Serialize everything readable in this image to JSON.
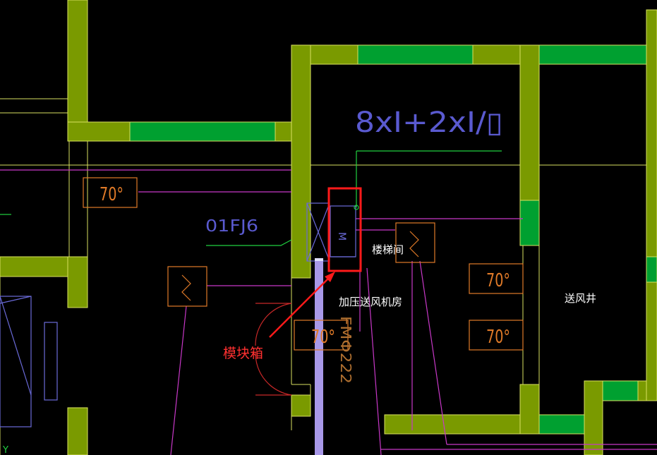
{
  "drawing": {
    "labels": {
      "formula": "8xI+2xI/▯",
      "device_code": "01FJ6",
      "room_stairwell": "楼梯间",
      "room_fan": "加压送风机房",
      "room_shaft": "送风井",
      "callout": "模块箱",
      "pipe_tag": "FMΦ222",
      "module_letter": "M",
      "corner_y": "Y"
    },
    "damper_labels": [
      "70°",
      "70°",
      "70°",
      "70°"
    ]
  },
  "colors": {
    "background": "#000000",
    "wall_fill": "#7a9a00",
    "wall_edge": "#d8e060",
    "window": "#00a030",
    "magenta": "#c838c8",
    "orange": "#e07a28",
    "blue": "#6a6ad8",
    "highlight": "#ff1a1a",
    "callout_text": "#ff3030",
    "white": "#ffffff",
    "green_line": "#20d040",
    "pipe": "#a898e8"
  }
}
